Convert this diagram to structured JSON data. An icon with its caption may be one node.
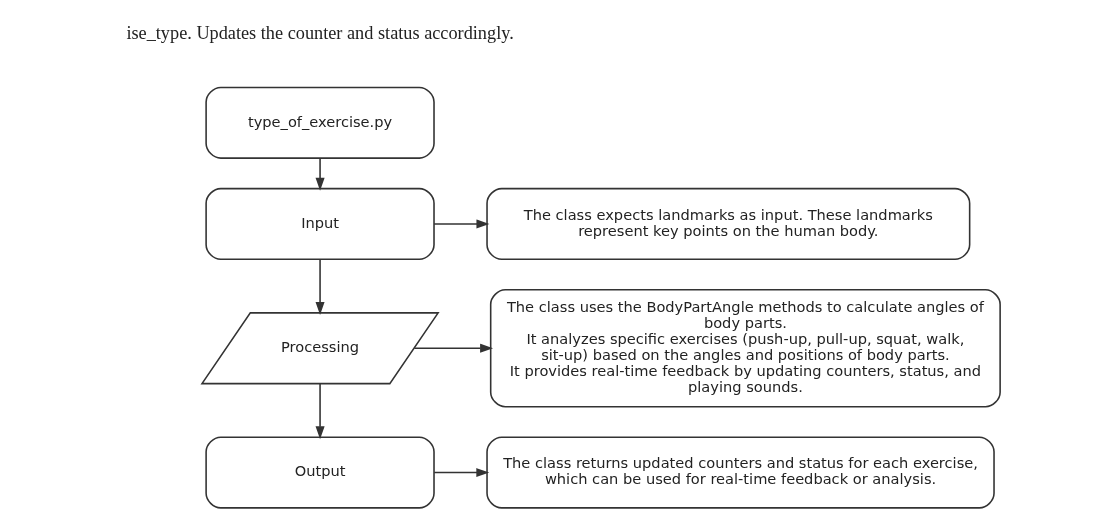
{
  "diagram": {
    "nodes": [
      {
        "text": [
          "type_of_exercise.py"
        ]
      },
      {
        "text": [
          "Input"
        ]
      },
      {
        "text": [
          "Processing"
        ]
      },
      {
        "text": [
          "Output"
        ]
      },
      {
        "text": [
          "The class expects landmarks as input. These landmarks represent key points on the human body."
        ]
      },
      {
        "text": [
          "The class uses the BodyPartAngle methods to calculate angles of body parts.",
          "It analyzes specific exercises (push-up, pull-up, squat, walk, sit-up) based on the angles and positions of body parts.",
          "It provides real-time feedback by updating counters, status, and playing sounds."
        ]
      },
      {
        "text": [
          "The class returns updated counters and status for each exercise, which can be used for real-time feedback or analysis."
        ]
      }
    ],
    "edges": [
      {
        "from": 0,
        "to": 1,
        "arrow": "to"
      },
      {
        "from": 1,
        "to": 2,
        "arrow": "to"
      },
      {
        "from": 2,
        "to": 3,
        "arrow": "to"
      },
      {
        "from": 1,
        "to": 4,
        "arrow": "to"
      },
      {
        "from": 2,
        "to": 5,
        "arrow": "to"
      },
      {
        "from": 3,
        "to": 6,
        "arrow": "to"
      }
    ],
    "labels": [
      "ise_type. Updates the counter and status accordingly."
    ]
  }
}
